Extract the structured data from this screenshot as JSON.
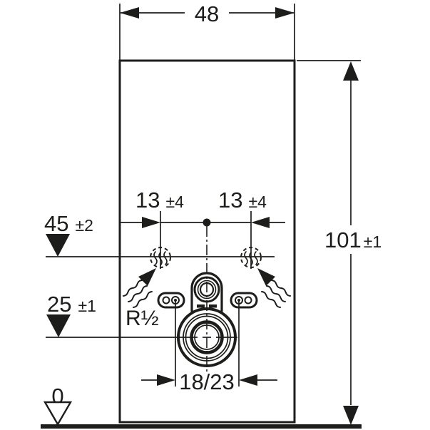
{
  "dimensions": {
    "width": {
      "value": "48"
    },
    "height": {
      "value": "101",
      "tol": "±1"
    },
    "supply_level": {
      "value": "45",
      "tol": "±2"
    },
    "drain_level": {
      "value": "25",
      "tol": "±1"
    },
    "offset_left": {
      "value": "13",
      "tol": "±4"
    },
    "offset_right": {
      "value": "13",
      "tol": "±4"
    },
    "fixing_distance": {
      "value": "18/23"
    },
    "floor_level": {
      "value": "0"
    },
    "thread": {
      "value": "R½"
    }
  },
  "colors": {
    "line": "#1d1d1b",
    "background": "#ffffff"
  }
}
